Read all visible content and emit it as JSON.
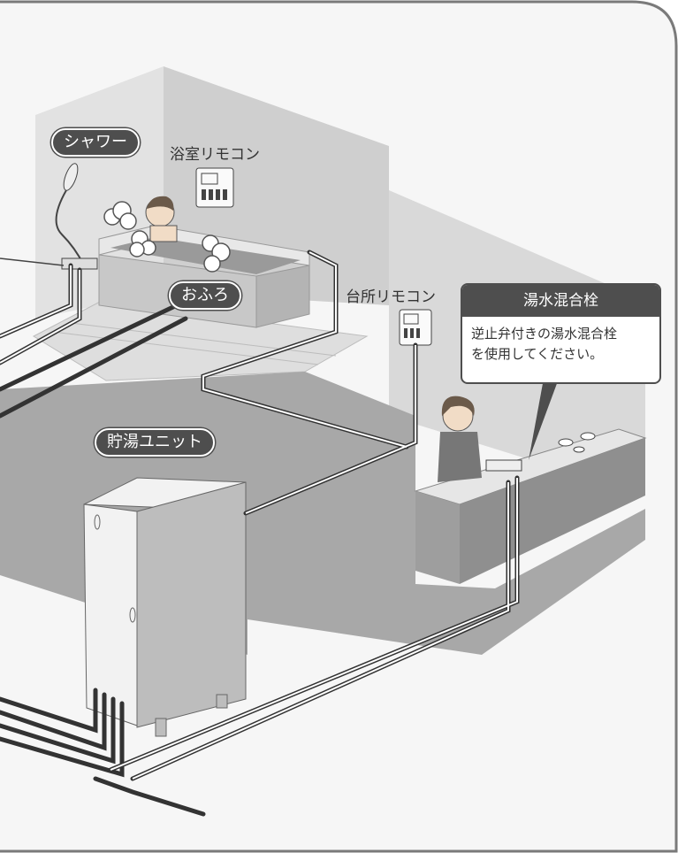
{
  "labels": {
    "shower": "シャワー",
    "bath_remote": "浴室リモコン",
    "bath": "おふろ",
    "kitchen_remote": "台所リモコン",
    "storage_unit": "貯湯ユニット"
  },
  "callout": {
    "title": "湯水混合栓",
    "lines": [
      "逆止弁付きの湯水混合栓",
      "を使用してください。"
    ]
  },
  "colors": {
    "frame": "#7a7a7a",
    "label_bg": "#4e4e4e",
    "floor": "#a9a9a9",
    "wall": "#d5d5d5",
    "pipe": "#333333"
  }
}
